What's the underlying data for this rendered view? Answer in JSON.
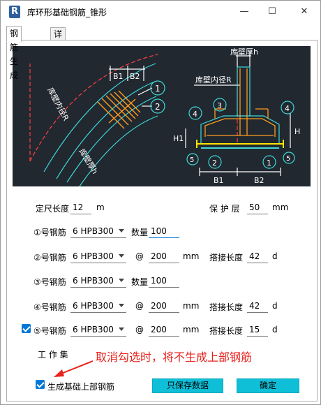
{
  "window": {
    "title": "库环形基础钢筋_锥形",
    "app_icon_letter": "R",
    "minimize": "—",
    "maximize": "☐",
    "close": "✕"
  },
  "tabs": [
    {
      "label": "钢筋生成",
      "active": true
    },
    {
      "label": "详图绘制",
      "active": false
    }
  ],
  "drawing": {
    "left_labels": {
      "b1": "B1",
      "b2": "B2",
      "inner_radius": "库壁内径R",
      "wall_thickness": "库壁厚h",
      "c1": "1",
      "c2": "2"
    },
    "right_labels": {
      "wall_thickness": "库壁厚h",
      "inner_radius": "库壁内径R",
      "c3": "3",
      "c4a": "4",
      "c4b": "4",
      "c1": "1",
      "c2": "2",
      "c5a": "5",
      "c5b": "5",
      "h1": "H1",
      "h": "H",
      "b1": "B1",
      "b2": "B2"
    }
  },
  "form": {
    "fixed_length": {
      "label": "定尺长度",
      "value": "12",
      "unit": "m"
    },
    "cover": {
      "label": "保 护 层",
      "value": "50",
      "unit": "mm"
    },
    "rebar1": {
      "label": "①号钢筋",
      "type": "6 HPB300",
      "qty_label": "数量",
      "qty": "100"
    },
    "rebar2": {
      "label": "②号钢筋",
      "type": "6 HPB300",
      "at": "@",
      "spacing": "200",
      "unit": "mm",
      "lap_label": "搭接长度",
      "lap": "42",
      "lap_unit": "d"
    },
    "rebar3": {
      "label": "③号钢筋",
      "type": "6 HPB300",
      "qty_label": "数量",
      "qty": "100"
    },
    "rebar4": {
      "label": "④号钢筋",
      "type": "6 HPB300",
      "at": "@",
      "spacing": "200",
      "unit": "mm",
      "lap_label": "搭接长度",
      "lap": "42",
      "lap_unit": "d"
    },
    "rebar5": {
      "label": "⑤号钢筋",
      "type": "6 HPB300",
      "at": "@",
      "spacing": "200",
      "unit": "mm",
      "lap_label": "搭接长度",
      "lap": "15",
      "lap_unit": "d",
      "checked": true
    },
    "workset_label": "工 作 集",
    "generate_top": {
      "label": "生成基础上部钢筋",
      "checked": true
    }
  },
  "buttons": {
    "save_only": "只保存数据",
    "ok": "确定"
  },
  "annotation": "取消勾选时，将不生成上部钢筋",
  "colors": {
    "accent": "#0078d7",
    "button": "#0fbfd8",
    "annotation": "#e8211c",
    "drawing_bg": "#212830"
  }
}
